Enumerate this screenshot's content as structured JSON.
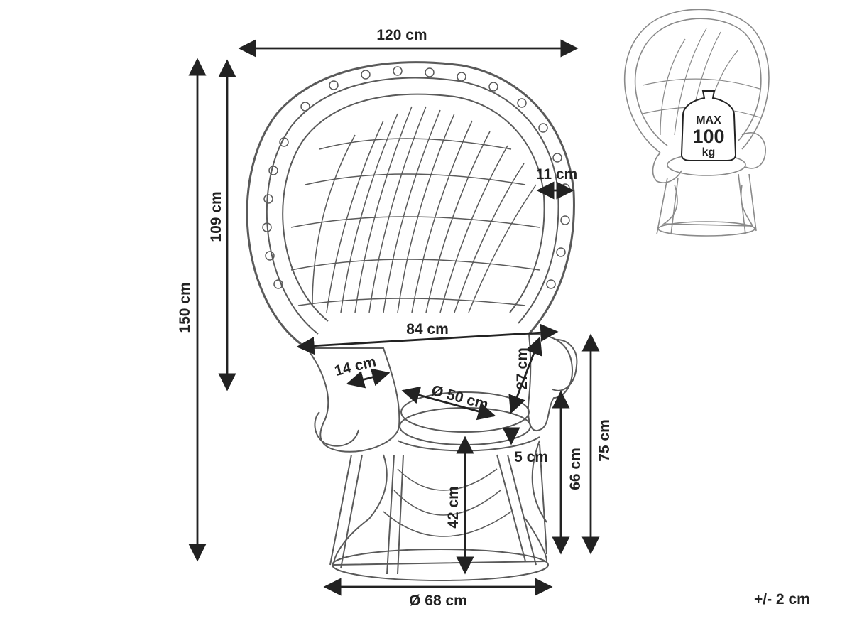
{
  "dimensions": {
    "overall_width": "120 cm",
    "overall_height": "150 cm",
    "back_height": "109 cm",
    "rim_width": "11 cm",
    "inner_width": "84 cm",
    "armrest_width": "14 cm",
    "armrest_height": "27 cm",
    "seat_diameter": "Ø 50 cm",
    "cushion_thickness": "5 cm",
    "seat_height_frame": "42 cm",
    "seat_height": "66 cm",
    "armrest_floor_height": "75 cm",
    "base_diameter": "Ø 68 cm"
  },
  "load_badge": {
    "line1": "MAX",
    "line2": "100",
    "line3": "kg"
  },
  "tolerance": "+/- 2 cm",
  "colors": {
    "line": "#222222",
    "sketch": "#5a5a5a",
    "thumb": "#8a8a8a"
  }
}
